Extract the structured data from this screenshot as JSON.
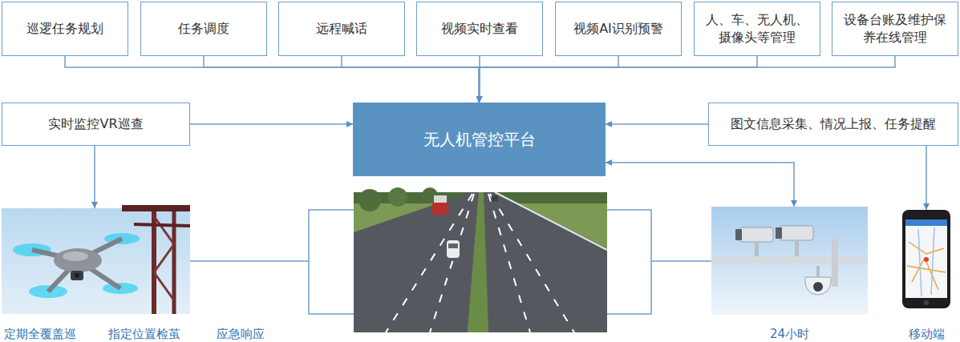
{
  "diagram": {
    "nodes": [
      {
        "text": [
          "巡逻任务规划"
        ]
      },
      {
        "text": [
          "任务调度"
        ]
      },
      {
        "text": [
          "远程喊话"
        ]
      },
      {
        "text": [
          "视频实时查看"
        ]
      },
      {
        "text": [
          "视频AI识别预警"
        ]
      },
      {
        "text": [
          "人、车、无人机、摄像头等管理"
        ]
      },
      {
        "text": [
          "设备台账及维护保养在线管理"
        ]
      },
      {
        "text": [
          "实时监控VR巡查"
        ]
      },
      {
        "text": [
          "无人机管控平台"
        ]
      },
      {
        "text": [
          "图文信息采集、情况上报、任务提醒"
        ]
      },
      {
        "text": [
          "定期全覆盖巡",
          "指定位置检茧",
          "应急响应"
        ]
      },
      {
        "text": [
          "24小时"
        ]
      },
      {
        "text": [
          "移动端"
        ]
      }
    ],
    "edges": [
      {
        "from": 0,
        "to": 8,
        "arrow": "to"
      },
      {
        "from": 1,
        "to": 8,
        "arrow": "to"
      },
      {
        "from": 2,
        "to": 8,
        "arrow": "to"
      },
      {
        "from": 3,
        "to": 8,
        "arrow": "to"
      },
      {
        "from": 4,
        "to": 8,
        "arrow": "to"
      },
      {
        "from": 5,
        "to": 8,
        "arrow": "to"
      },
      {
        "from": 6,
        "to": 8,
        "arrow": "to"
      },
      {
        "from": 7,
        "to": 8,
        "arrow": "to"
      },
      {
        "from": 9,
        "to": 8,
        "arrow": "to"
      },
      {
        "from": 7,
        "to": 10,
        "arrow": "to"
      },
      {
        "from": 9,
        "to": 12,
        "arrow": "to"
      },
      {
        "from": 8,
        "to": 11,
        "arrow": "both"
      }
    ]
  }
}
